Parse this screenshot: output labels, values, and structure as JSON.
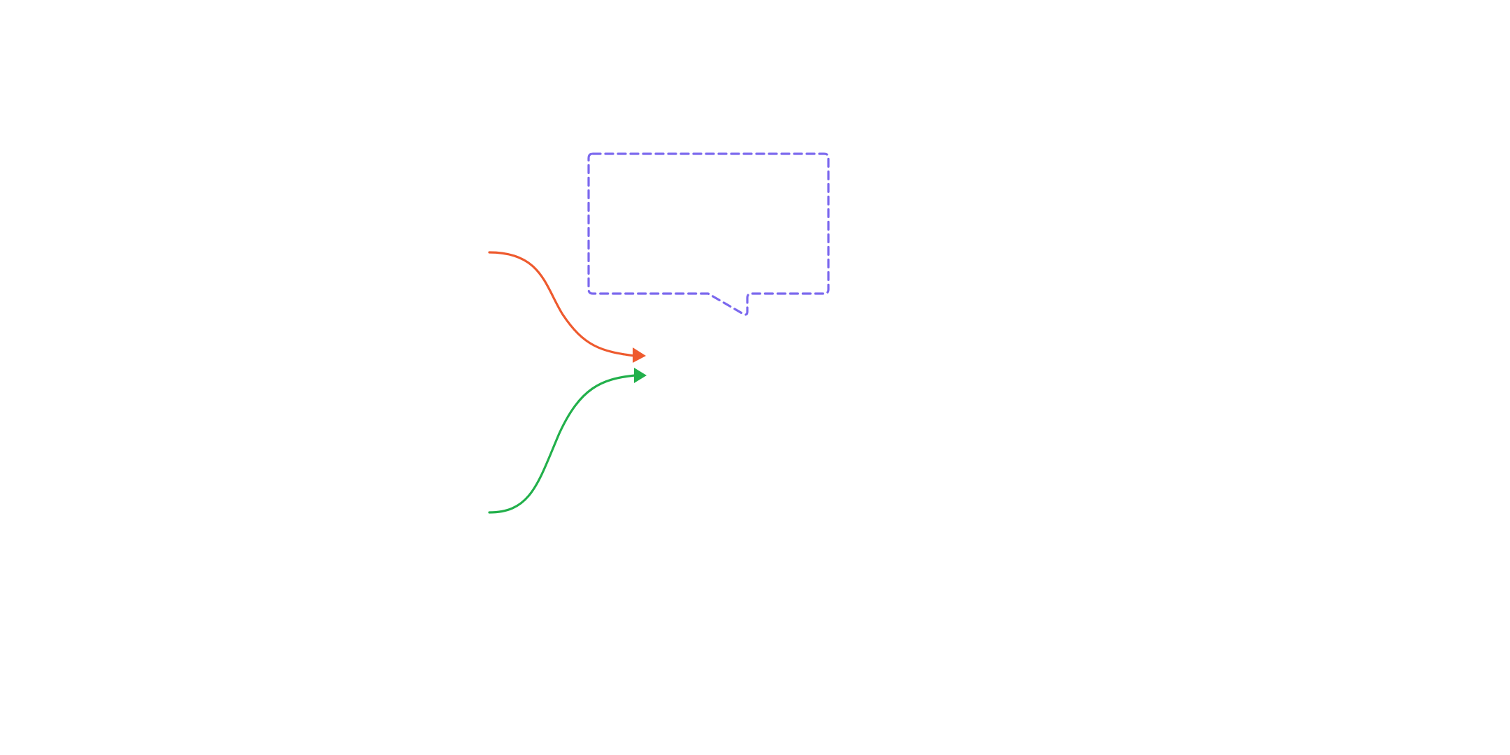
{
  "diagram": {
    "background_color": "#ffffff",
    "callout": {
      "shape": "speech-bubble",
      "border_style": "dashed",
      "color": "#7b68ee",
      "text": ""
    },
    "connectors": [
      {
        "name": "orange-connector",
        "shape": "s-curve",
        "color": "#ee5a2e",
        "head": "arrow"
      },
      {
        "name": "green-connector",
        "shape": "s-curve",
        "color": "#22b04b",
        "head": "arrow"
      }
    ]
  }
}
